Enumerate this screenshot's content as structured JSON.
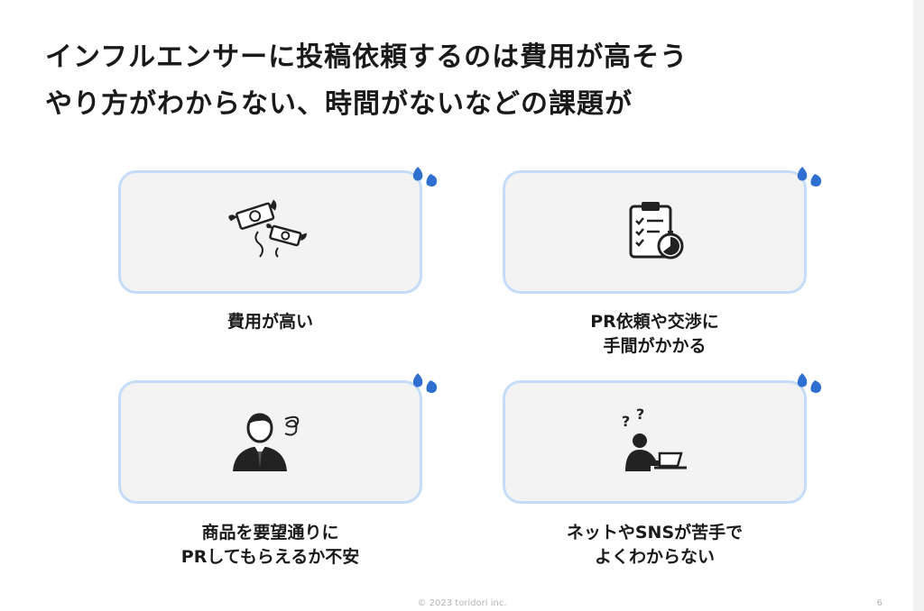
{
  "slide": {
    "title_line1": "インフルエンサーに投稿依頼するのは費用が高そう",
    "title_line2": "やり方がわからない、時間がないなどの課題が",
    "accent_color": "#c4dcf7",
    "sweat_color": "#2f6fd0",
    "footer": "© 2023 toridori inc.",
    "page_number": "6"
  },
  "cards": [
    {
      "icon": "flying-money-icon",
      "caption_line1": "費用が高い",
      "caption_line2": ""
    },
    {
      "icon": "clipboard-timer-icon",
      "caption_line1": "PR依頼や交渉に",
      "caption_line2": "手間がかかる"
    },
    {
      "icon": "worried-businessman-icon",
      "caption_line1": "商品を要望通りに",
      "caption_line2": "PRしてもらえるか不安"
    },
    {
      "icon": "confused-pc-user-icon",
      "caption_line1": "ネットやSNSが苦手で",
      "caption_line2": "よくわからない"
    }
  ]
}
